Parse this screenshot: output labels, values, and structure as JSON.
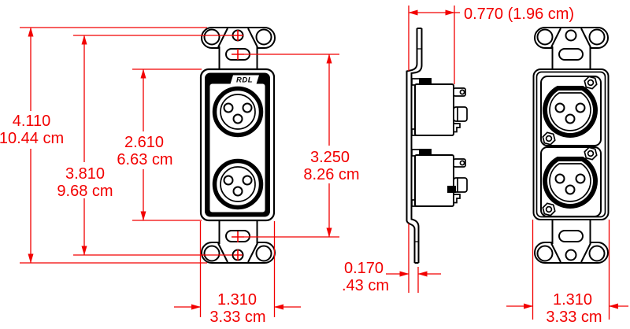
{
  "diagram": {
    "brand_label": "RDL",
    "dim_color": "#f20000",
    "line_color": "#000000",
    "background": "#ffffff",
    "dimensions": {
      "overall_height_in": "4.110",
      "overall_height_cm": "10.44 cm",
      "mount_screw_span_in": "3.810",
      "mount_screw_span_cm": "9.68 cm",
      "plate_face_height_in": "2.610",
      "plate_face_height_cm": "6.63 cm",
      "slot_span_in": "3.250",
      "slot_span_cm": "8.26 cm",
      "depth_combined": "0.770 (1.96 cm)",
      "flange_thickness_in": "0.170",
      "flange_thickness_cm": ".43 cm",
      "plate_width_front_in": "1.310",
      "plate_width_front_cm": "3.33 cm",
      "plate_width_right_in": "1.310",
      "plate_width_right_cm": "3.33 cm"
    }
  }
}
